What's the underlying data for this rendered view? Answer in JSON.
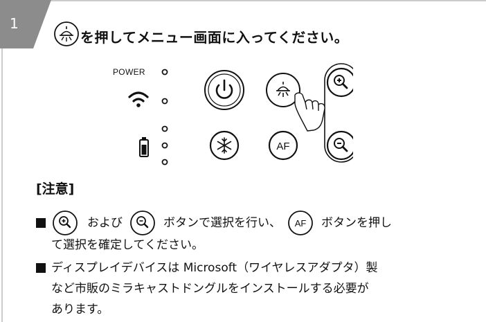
{
  "step": {
    "number": "1"
  },
  "heading": {
    "text": "を押してメニュー画面に入ってください。",
    "icon": "menu-lamp-icon"
  },
  "panel": {
    "power_label": "POWER",
    "wifi_icon": "wifi-icon",
    "battery_icon": "battery-icon",
    "buttons": [
      {
        "name": "power-button",
        "icon": "power-icon"
      },
      {
        "name": "menu-button",
        "icon": "menu-lamp-icon"
      },
      {
        "name": "zoom-in-button",
        "icon": "zoom-in-icon"
      },
      {
        "name": "freeze-button",
        "icon": "snowflake-icon"
      },
      {
        "name": "af-button",
        "label": "AF"
      },
      {
        "name": "zoom-out-button",
        "icon": "zoom-out-icon"
      }
    ]
  },
  "notes": {
    "title": "[注意]",
    "item1": {
      "part1": "および",
      "part2": "ボタンで選択を行い、",
      "af_label": "AF",
      "part3": "ボタンを押し",
      "line2": "て選択を確定してください。"
    },
    "item2": {
      "line1": "ディスプレイデバイスは Microsoft（ワイヤレスアダプタ）製",
      "line2": "など市販のミラキャストドングルをインストールする必要が",
      "line3": "あります。"
    }
  }
}
